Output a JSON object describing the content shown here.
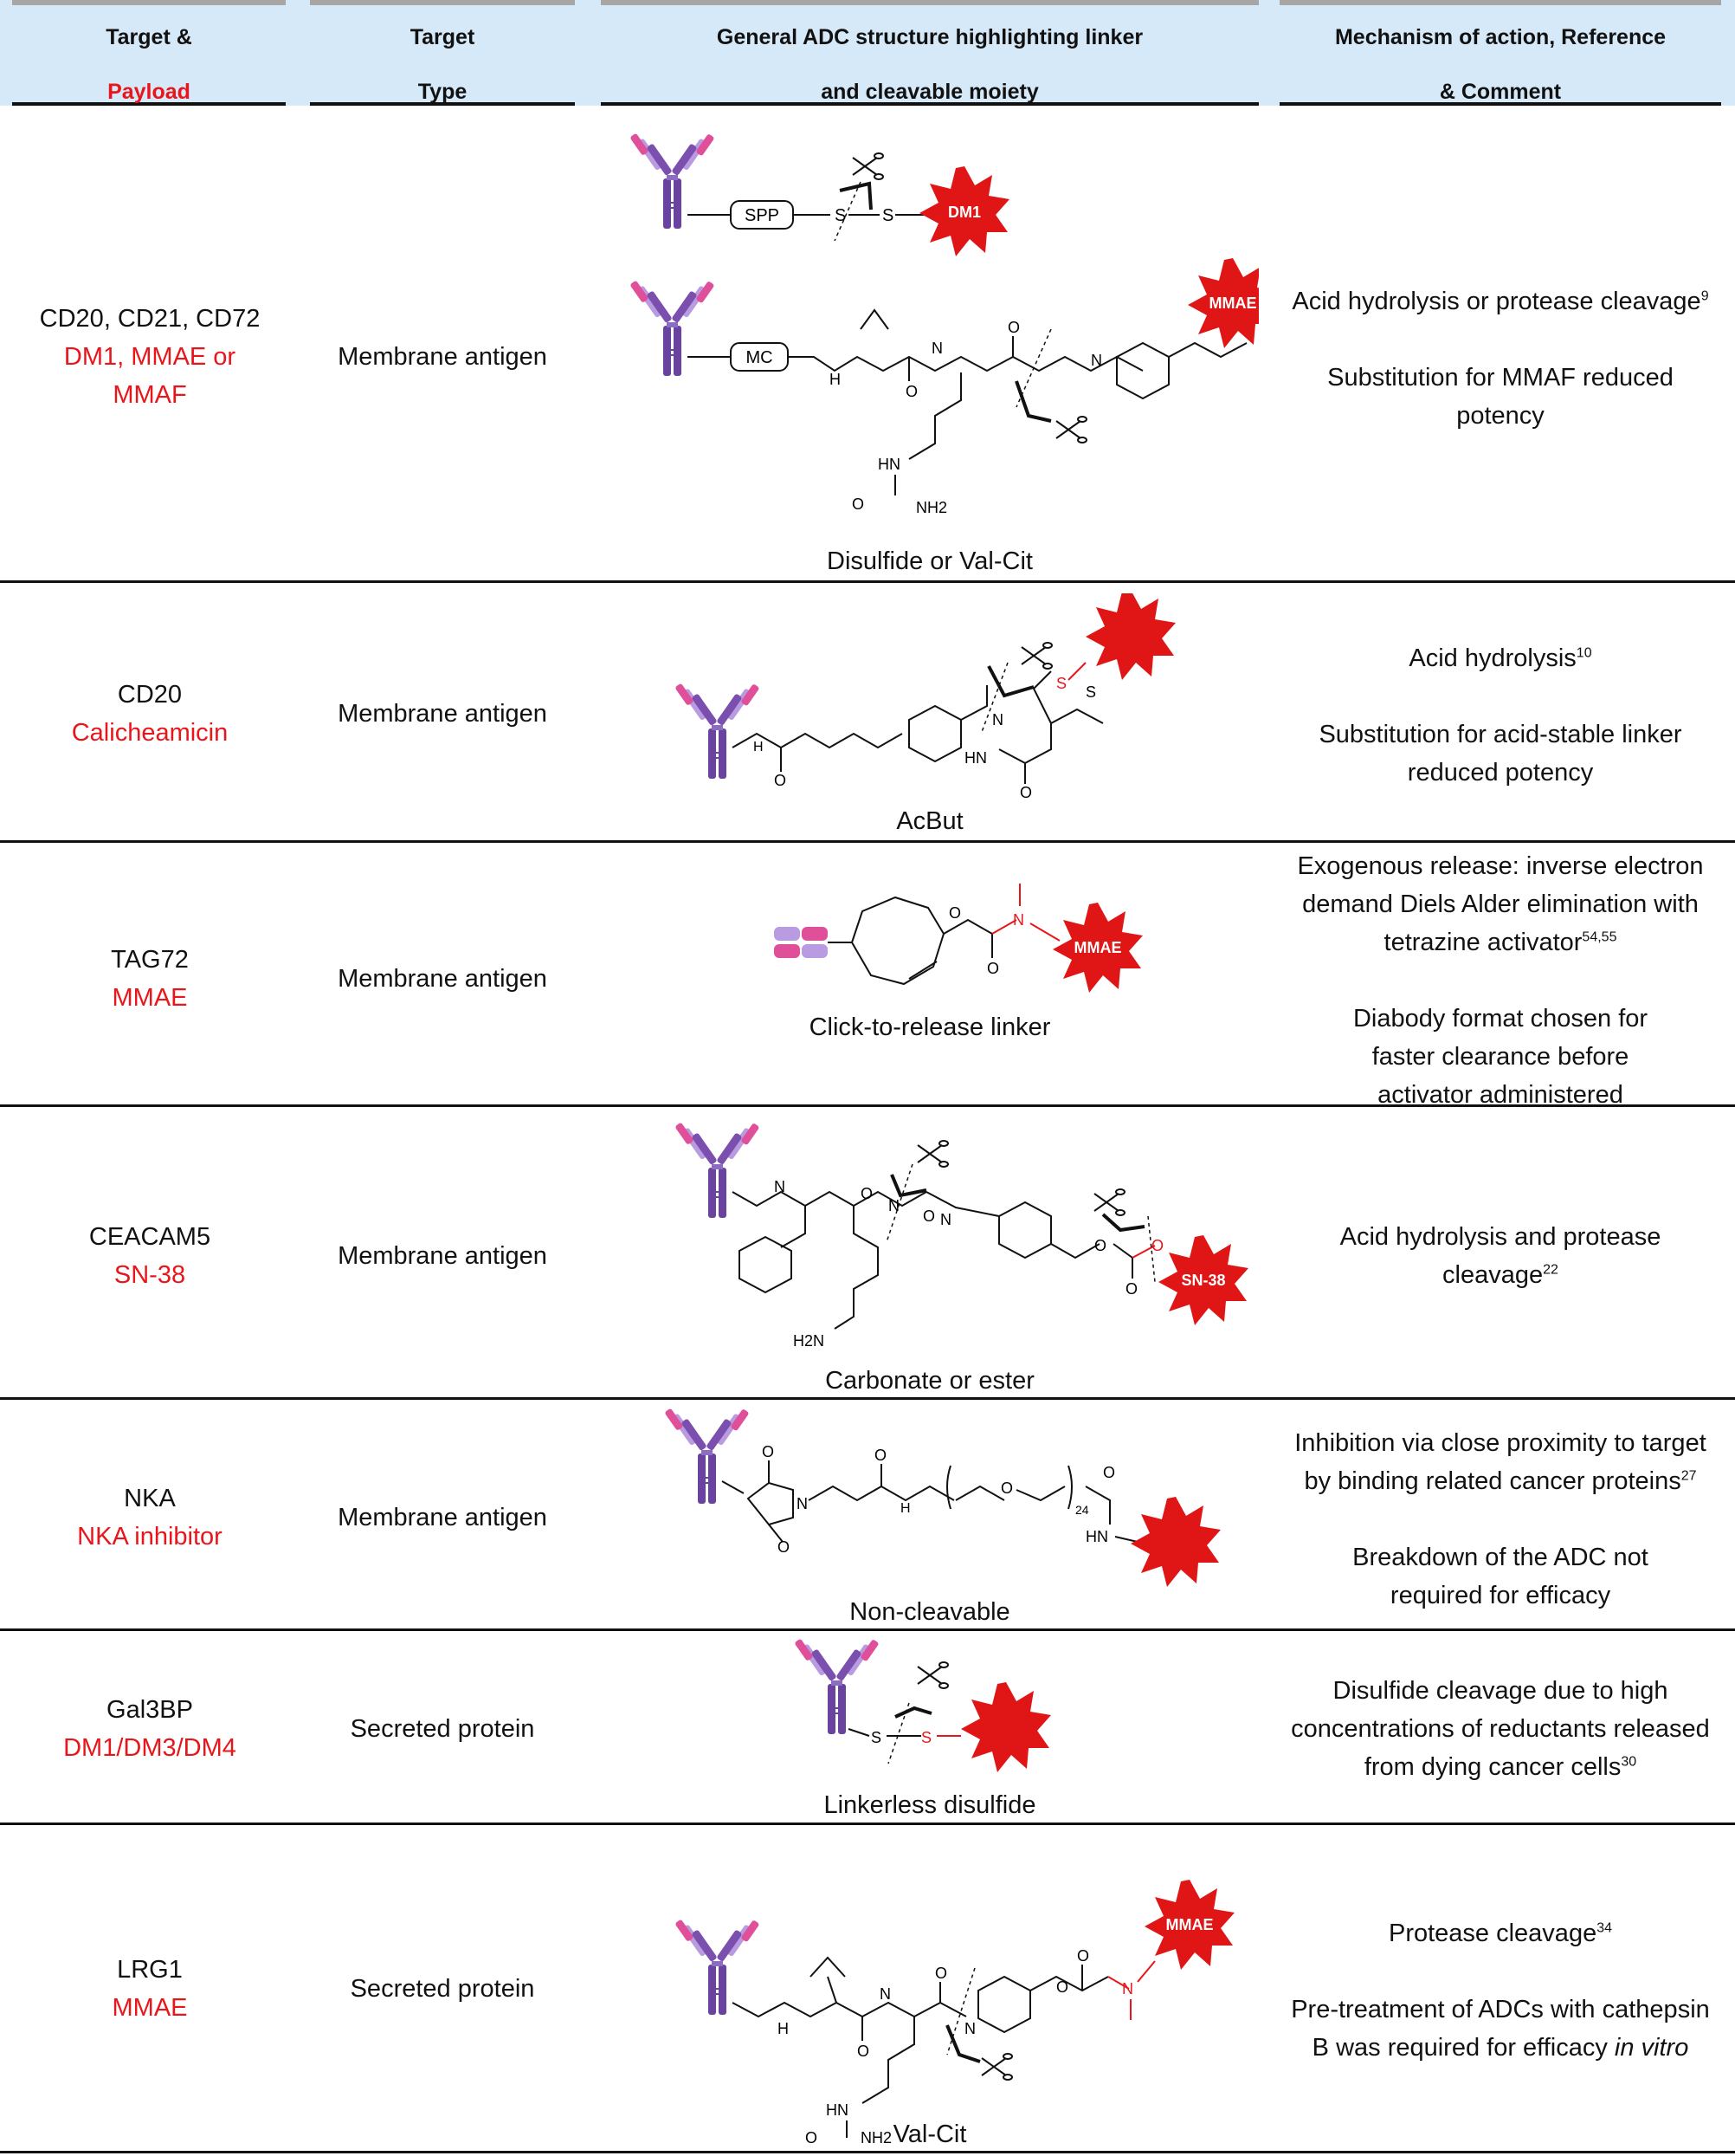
{
  "header": {
    "col1_line1": "Target &",
    "col1_line2": "Payload",
    "col2_line1": "Target",
    "col2_line2": "Type",
    "col3_line1": "General ADC structure highlighting linker",
    "col3_line2": "and cleavable moiety",
    "col4_line1": "Mechanism of action, Reference",
    "col4_line2": "& Comment"
  },
  "rows": [
    {
      "target": "CD20, CD21, CD72",
      "payload": "DM1, MMAE or MMAF",
      "type": "Membrane antigen",
      "caption": "Disulfide or Val-Cit",
      "labels": {
        "spp": "SPP",
        "dm1": "DM1",
        "mc": "MC",
        "mmae": "MMAE",
        "nh2": "NH2"
      },
      "mech1": "Acid hydrolysis or protease cleavage",
      "ref1": "9",
      "mech2": "Substitution for MMAF reduced potency"
    },
    {
      "target": "CD20",
      "payload": "Calicheamicin",
      "type": "Membrane antigen",
      "caption": "AcBut",
      "mech1": "Acid hydrolysis",
      "ref1": "10",
      "mech2": "Substitution for acid-stable linker reduced potency"
    },
    {
      "target": "TAG72",
      "payload": "MMAE",
      "type": "Membrane antigen",
      "caption": "Click-to-release linker",
      "labels": {
        "mmae": "MMAE"
      },
      "mech1": "Exogenous release: inverse electron demand Diels Alder elimination with tetrazine activator",
      "ref1": "54,55",
      "mech2": "Diabody format chosen for faster clearance before activator administered"
    },
    {
      "target": "CEACAM5",
      "payload": "SN-38",
      "type": "Membrane antigen",
      "caption": "Carbonate or ester",
      "labels": {
        "sn38": "SN-38",
        "h2n": "H2N"
      },
      "mech1": "Acid hydrolysis and protease cleavage",
      "ref1": "22"
    },
    {
      "target": "NKA",
      "payload": "NKA inhibitor",
      "type": "Membrane antigen",
      "caption": "Non-cleavable",
      "labels": {
        "peg": "24"
      },
      "mech1": "Inhibition via close proximity to target by binding related cancer proteins",
      "ref1": "27",
      "mech2": "Breakdown of the ADC not required for efficacy"
    },
    {
      "target": "Gal3BP",
      "payload": "DM1/DM3/DM4",
      "type": "Secreted protein",
      "caption": "Linkerless disulfide",
      "mech1": "Disulfide cleavage due to high concentrations of reductants released from dying cancer cells",
      "ref1": "30"
    },
    {
      "target": "LRG1",
      "payload": "MMAE",
      "type": "Secreted protein",
      "caption": "Val-Cit",
      "labels": {
        "mmae": "MMAE",
        "nh2": "NH2"
      },
      "mech1": "Protease cleavage",
      "ref1": "34",
      "mech2_pre": "Pre-treatment of ADCs with cathepsin B was required for efficacy ",
      "mech2_italic": "in vitro"
    }
  ],
  "colors": {
    "header_bg": "#d6e9f8",
    "red": "#e8161b",
    "antibody_purple": "#7b4fae",
    "antibody_light": "#b89be0",
    "antibody_pink": "#e0509a"
  }
}
